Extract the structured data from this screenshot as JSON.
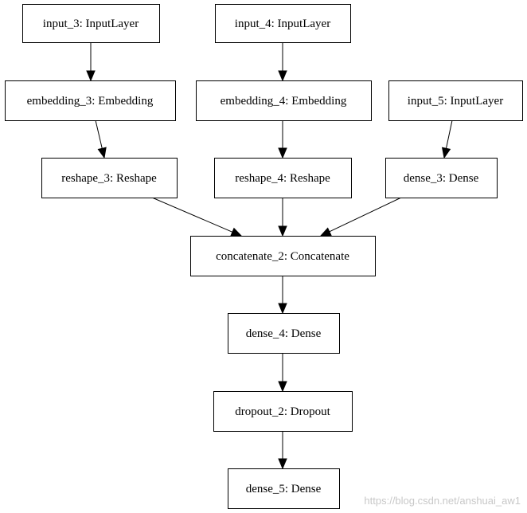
{
  "diagram": {
    "nodes": [
      {
        "id": "input_3",
        "label": "input_3: InputLayer"
      },
      {
        "id": "input_4",
        "label": "input_4: InputLayer"
      },
      {
        "id": "embedding_3",
        "label": "embedding_3: Embedding"
      },
      {
        "id": "embedding_4",
        "label": "embedding_4: Embedding"
      },
      {
        "id": "input_5",
        "label": "input_5: InputLayer"
      },
      {
        "id": "reshape_3",
        "label": "reshape_3: Reshape"
      },
      {
        "id": "reshape_4",
        "label": "reshape_4: Reshape"
      },
      {
        "id": "dense_3",
        "label": "dense_3: Dense"
      },
      {
        "id": "concatenate_2",
        "label": "concatenate_2: Concatenate"
      },
      {
        "id": "dense_4",
        "label": "dense_4: Dense"
      },
      {
        "id": "dropout_2",
        "label": "dropout_2: Dropout"
      },
      {
        "id": "dense_5",
        "label": "dense_5: Dense"
      }
    ],
    "edges": [
      {
        "from": "input_3",
        "to": "embedding_3"
      },
      {
        "from": "input_4",
        "to": "embedding_4"
      },
      {
        "from": "embedding_3",
        "to": "reshape_3"
      },
      {
        "from": "embedding_4",
        "to": "reshape_4"
      },
      {
        "from": "input_5",
        "to": "dense_3"
      },
      {
        "from": "reshape_3",
        "to": "concatenate_2"
      },
      {
        "from": "reshape_4",
        "to": "concatenate_2"
      },
      {
        "from": "dense_3",
        "to": "concatenate_2"
      },
      {
        "from": "concatenate_2",
        "to": "dense_4"
      },
      {
        "from": "dense_4",
        "to": "dropout_2"
      },
      {
        "from": "dropout_2",
        "to": "dense_5"
      }
    ]
  },
  "watermark": "https://blog.csdn.net/anshuai_aw1"
}
